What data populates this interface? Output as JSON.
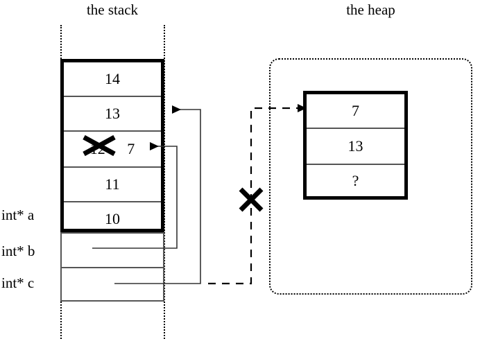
{
  "diagram": {
    "type": "memory-diagram",
    "regions": {
      "stack": {
        "title": "the stack",
        "cells": [
          {
            "value": "14"
          },
          {
            "value": "13"
          },
          {
            "value": "12",
            "replacement": "7",
            "struck": true
          },
          {
            "value": "11"
          },
          {
            "value": "10"
          }
        ],
        "pointer_slots": [
          {
            "label": "int* a",
            "value": ""
          },
          {
            "label": "int* b",
            "value": ""
          },
          {
            "label": "int* c",
            "value": ""
          }
        ]
      },
      "heap": {
        "title": "the heap",
        "cells": [
          {
            "value": "7"
          },
          {
            "value": "13"
          },
          {
            "value": "?"
          }
        ]
      }
    },
    "arrows": [
      {
        "name": "b-to-stack-cell-12",
        "from": "int* b",
        "to": "stack-cell-3",
        "style": "solid",
        "crossed_out": false
      },
      {
        "name": "c-to-stack-cell-13",
        "from": "int* c",
        "to": "stack-cell-2",
        "style": "solid",
        "crossed_out": false
      },
      {
        "name": "c-to-heap-cell-7",
        "from": "int* c",
        "to": "heap-cell-1",
        "style": "dashed",
        "crossed_out": true
      }
    ],
    "colors": {
      "ink": "#000000",
      "thin_rule": "#555555",
      "background": "#ffffff"
    }
  }
}
